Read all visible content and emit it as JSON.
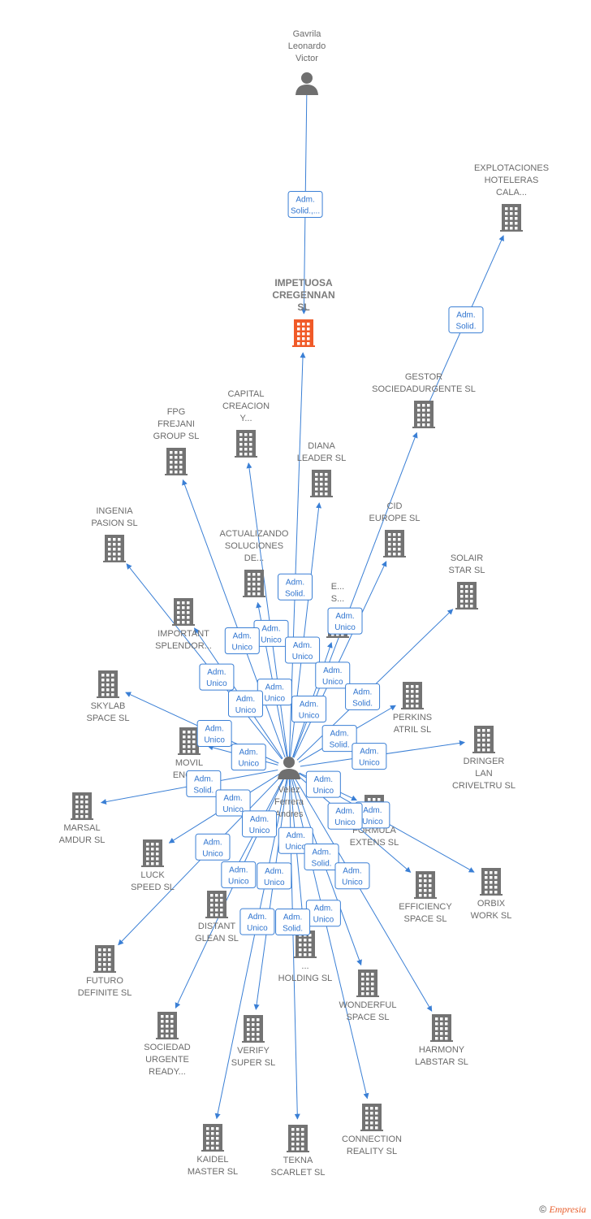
{
  "colors": {
    "edge": "#3a7fd5",
    "building": "#737373",
    "building_main": "#f05a28",
    "person": "#6f6f6f"
  },
  "nodes": [
    {
      "id": "gavrila",
      "kind": "person",
      "label": [
        "Gavrila",
        "Leonardo",
        "Victor"
      ]
    },
    {
      "id": "impetuosa",
      "kind": "company",
      "main": true,
      "label": [
        "IMPETUOSA",
        "CREGENNAN",
        "SL"
      ]
    },
    {
      "id": "explotaciones",
      "kind": "company",
      "label": [
        "EXPLOTACIONES",
        "HOTELERAS",
        "CALA..."
      ]
    },
    {
      "id": "gestor",
      "kind": "company",
      "label": [
        "GESTOR",
        "SOCIEDADURGENTE SL"
      ]
    },
    {
      "id": "capital",
      "kind": "company",
      "label": [
        "CAPITAL",
        "CREACION",
        "Y..."
      ]
    },
    {
      "id": "fpg",
      "kind": "company",
      "label": [
        "FPG",
        "FREJANI",
        "GROUP SL"
      ]
    },
    {
      "id": "diana",
      "kind": "company",
      "label": [
        "DIANA",
        "LEADER SL"
      ]
    },
    {
      "id": "cid",
      "kind": "company",
      "label": [
        "CID",
        "EUROPE SL"
      ]
    },
    {
      "id": "ingenia",
      "kind": "company",
      "label": [
        "INGENIA",
        "PASION SL"
      ]
    },
    {
      "id": "actualizando",
      "kind": "company",
      "label": [
        "ACTUALIZANDO",
        "SOLUCIONES",
        "DE..."
      ]
    },
    {
      "id": "solair",
      "kind": "company",
      "label": [
        "SOLAIR",
        "STAR SL"
      ]
    },
    {
      "id": "important",
      "kind": "company",
      "label": [
        "IMPORTANT",
        "SPLENDOR..."
      ]
    },
    {
      "id": "e_hidden",
      "kind": "company",
      "label": [
        "E...",
        "S..."
      ]
    },
    {
      "id": "skylab",
      "kind": "company",
      "label": [
        "SKYLAB",
        "SPACE SL"
      ]
    },
    {
      "id": "perkins",
      "kind": "company",
      "label": [
        "PERKINS",
        "ATRIL SL"
      ]
    },
    {
      "id": "dringer",
      "kind": "company",
      "label": [
        "DRINGER",
        "LAN",
        "CRIVELTRU SL"
      ]
    },
    {
      "id": "movil",
      "kind": "company",
      "label": [
        "MOVIL",
        "ENG SL"
      ]
    },
    {
      "id": "velez",
      "kind": "person",
      "label": [
        "Velez",
        "Ferrera",
        "Andres"
      ]
    },
    {
      "id": "marsal",
      "kind": "company",
      "label": [
        "MARSAL",
        "AMDUR SL"
      ]
    },
    {
      "id": "formula",
      "kind": "company",
      "label": [
        "FORMULA",
        "EXTENS SL"
      ]
    },
    {
      "id": "luck",
      "kind": "company",
      "label": [
        "LUCK",
        "SPEED SL"
      ]
    },
    {
      "id": "orbix",
      "kind": "company",
      "label": [
        "ORBIX",
        "WORK SL"
      ]
    },
    {
      "id": "efficiency",
      "kind": "company",
      "label": [
        "EFFICIENCY",
        "SPACE SL"
      ]
    },
    {
      "id": "distant",
      "kind": "company",
      "label": [
        "DISTANT",
        "GLEAN SL"
      ]
    },
    {
      "id": "holding",
      "kind": "company",
      "label": [
        "...",
        "HOLDING SL"
      ]
    },
    {
      "id": "futuro",
      "kind": "company",
      "label": [
        "FUTURO",
        "DEFINITE SL"
      ]
    },
    {
      "id": "wonderful",
      "kind": "company",
      "label": [
        "WONDERFUL",
        "SPACE SL"
      ]
    },
    {
      "id": "sociedad",
      "kind": "company",
      "label": [
        "SOCIEDAD",
        "URGENTE",
        "READY..."
      ]
    },
    {
      "id": "verify",
      "kind": "company",
      "label": [
        "VERIFY",
        "SUPER SL"
      ]
    },
    {
      "id": "harmony",
      "kind": "company",
      "label": [
        "HARMONY",
        "LABSTAR SL"
      ]
    },
    {
      "id": "connection",
      "kind": "company",
      "label": [
        "CONNECTION",
        "REALITY SL"
      ]
    },
    {
      "id": "kaidel",
      "kind": "company",
      "label": [
        "KAIDEL",
        "MASTER SL"
      ]
    },
    {
      "id": "tekna",
      "kind": "company",
      "label": [
        "TEKNA",
        "SCARLET SL"
      ]
    }
  ],
  "edges": [
    {
      "from": "gavrila",
      "to": "impetuosa",
      "badge": [
        "Adm.",
        "Solid.,..."
      ]
    },
    {
      "from": "gestor",
      "to": "explotaciones",
      "badge": [
        "Adm.",
        "Solid."
      ]
    },
    {
      "from": "velez",
      "to": "impetuosa",
      "badge": [
        "Adm.",
        "Solid."
      ]
    },
    {
      "from": "velez",
      "to": "gestor",
      "badge": [
        "Adm.",
        "Unico"
      ]
    },
    {
      "from": "velez",
      "to": "capital",
      "badge": [
        "Adm.",
        "Unico"
      ]
    },
    {
      "from": "velez",
      "to": "fpg",
      "badge": [
        "Adm.",
        "Unico"
      ]
    },
    {
      "from": "velez",
      "to": "diana",
      "badge": [
        "Adm.",
        "Unico"
      ]
    },
    {
      "from": "velez",
      "to": "cid",
      "badge": [
        "Adm.",
        "Unico"
      ]
    },
    {
      "from": "velez",
      "to": "ingenia",
      "badge": [
        "Adm.",
        "Unico"
      ]
    },
    {
      "from": "velez",
      "to": "actualizando",
      "badge": [
        "Adm.",
        "Unico"
      ]
    },
    {
      "from": "velez",
      "to": "solair",
      "badge": [
        "Adm.",
        "Solid."
      ]
    },
    {
      "from": "velez",
      "to": "important",
      "badge": [
        "Adm.",
        "Unico"
      ]
    },
    {
      "from": "velez",
      "to": "e_hidden",
      "badge": [
        "Adm.",
        "Unico"
      ]
    },
    {
      "from": "velez",
      "to": "skylab",
      "badge": [
        "Adm.",
        "Unico"
      ]
    },
    {
      "from": "velez",
      "to": "perkins",
      "badge": [
        "Adm.",
        "Solid."
      ]
    },
    {
      "from": "velez",
      "to": "dringer",
      "badge": [
        "Adm.",
        "Unico"
      ]
    },
    {
      "from": "velez",
      "to": "movil",
      "badge": [
        "Adm.",
        "Unico"
      ]
    },
    {
      "from": "velez",
      "to": "marsal",
      "badge": [
        "Adm.",
        "Solid."
      ]
    },
    {
      "from": "velez",
      "to": "formula",
      "badge": [
        "Adm.",
        "Unico"
      ]
    },
    {
      "from": "velez",
      "to": "luck",
      "badge": [
        "Adm.",
        "Unico"
      ]
    },
    {
      "from": "velez",
      "to": "orbix",
      "badge": [
        "Adm.",
        "Unico"
      ]
    },
    {
      "from": "velez",
      "to": "efficiency",
      "badge": [
        "Adm.",
        "Unico"
      ]
    },
    {
      "from": "velez",
      "to": "distant",
      "badge": [
        "Adm.",
        "Unico"
      ]
    },
    {
      "from": "velez",
      "to": "holding",
      "badge": [
        "Adm.",
        "Unico"
      ]
    },
    {
      "from": "velez",
      "to": "futuro",
      "badge": [
        "Adm.",
        "Unico"
      ]
    },
    {
      "from": "velez",
      "to": "wonderful",
      "badge": [
        "Adm.",
        "Solid."
      ]
    },
    {
      "from": "velez",
      "to": "sociedad",
      "badge": [
        "Adm.",
        "Unico"
      ]
    },
    {
      "from": "velez",
      "to": "verify",
      "badge": [
        "Adm.",
        "Unico"
      ]
    },
    {
      "from": "velez",
      "to": "harmony",
      "badge": [
        "Adm.",
        "Unico"
      ]
    },
    {
      "from": "velez",
      "to": "connection",
      "badge": [
        "Adm.",
        "Unico"
      ]
    },
    {
      "from": "velez",
      "to": "kaidel",
      "badge": [
        "Adm.",
        "Unico"
      ]
    },
    {
      "from": "velez",
      "to": "tekna",
      "badge": [
        "Adm.",
        "Solid."
      ]
    }
  ],
  "footer": {
    "copyright": "©",
    "brand": "Empresia"
  }
}
